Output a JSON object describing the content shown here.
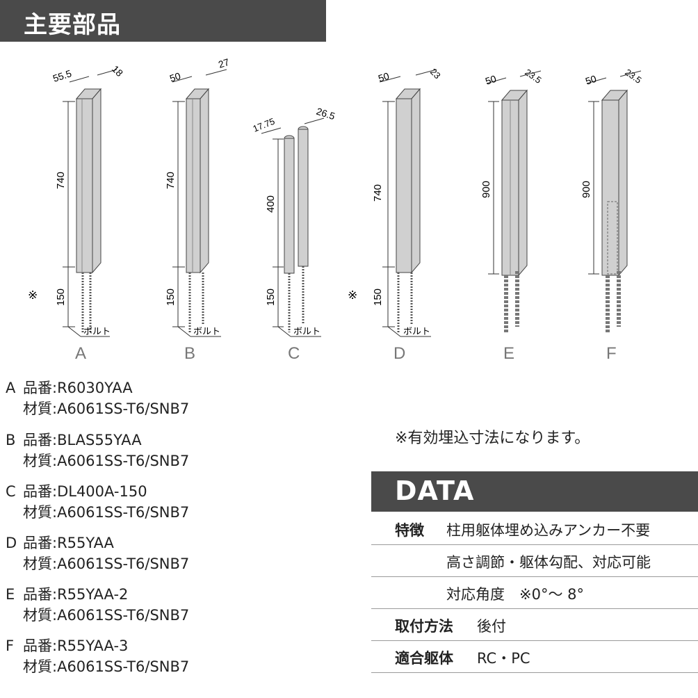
{
  "header": {
    "title": "主要部品"
  },
  "figure": {
    "parts": [
      {
        "letter": "A",
        "dims": {
          "width": "55.5",
          "depth": "18",
          "height": "740",
          "embed": "150"
        },
        "bolt": "ボルト",
        "mark": "※"
      },
      {
        "letter": "B",
        "dims": {
          "width": "50",
          "depth": "27",
          "height": "740",
          "embed": "150"
        },
        "bolt": "ボルト",
        "mark": ""
      },
      {
        "letter": "C",
        "dims": {
          "width": "17.75",
          "depth": "26.5",
          "height": "400",
          "embed": "150"
        },
        "bolt": "ボルト",
        "mark": ""
      },
      {
        "letter": "D",
        "dims": {
          "width": "50",
          "depth": "23",
          "height": "740",
          "embed": "150"
        },
        "bolt": "ボルト",
        "mark": "※"
      },
      {
        "letter": "E",
        "dims": {
          "width": "50",
          "depth": "23.5",
          "height": "900"
        }
      },
      {
        "letter": "F",
        "dims": {
          "width": "50",
          "depth": "23.5",
          "height": "900"
        }
      }
    ]
  },
  "specs": [
    {
      "letter": "A",
      "hinban_label": "品番:",
      "hinban": "R6030YAA",
      "material_label": "材質:",
      "material": "A6061SS-T6/SNB7"
    },
    {
      "letter": "B",
      "hinban_label": "品番:",
      "hinban": "BLAS55YAA",
      "material_label": "材質:",
      "material": "A6061SS-T6/SNB7"
    },
    {
      "letter": "C",
      "hinban_label": "品番:",
      "hinban": "DL400A-150",
      "material_label": "材質:",
      "material": "A6061SS-T6/SNB7"
    },
    {
      "letter": "D",
      "hinban_label": "品番:",
      "hinban": "R55YAA",
      "material_label": "材質:",
      "material": "A6061SS-T6/SNB7"
    },
    {
      "letter": "E",
      "hinban_label": "品番:",
      "hinban": "R55YAA-2",
      "material_label": "材質:",
      "material": "A6061SS-T6/SNB7"
    },
    {
      "letter": "F",
      "hinban_label": "品番:",
      "hinban": "R55YAA-3",
      "material_label": "材質:",
      "material": "A6061SS-T6/SNB7"
    }
  ],
  "note": "※有効埋込寸法になります。",
  "data": {
    "title": "DATA",
    "rows": [
      {
        "label": "特徴",
        "value": "柱用躯体埋め込みアンカー不要"
      },
      {
        "label": "",
        "value": "高さ調節・躯体勾配、対応可能"
      },
      {
        "label": "",
        "value": "対応角度　※0°〜 8°"
      },
      {
        "label": "取付方法",
        "value": "後付"
      },
      {
        "label": "適合躯体",
        "value": "RC・PC"
      }
    ]
  },
  "colors": {
    "bar": "#4a4a4a",
    "post": "#cfcfcf",
    "post_edge": "#444444",
    "text": "#222222"
  }
}
